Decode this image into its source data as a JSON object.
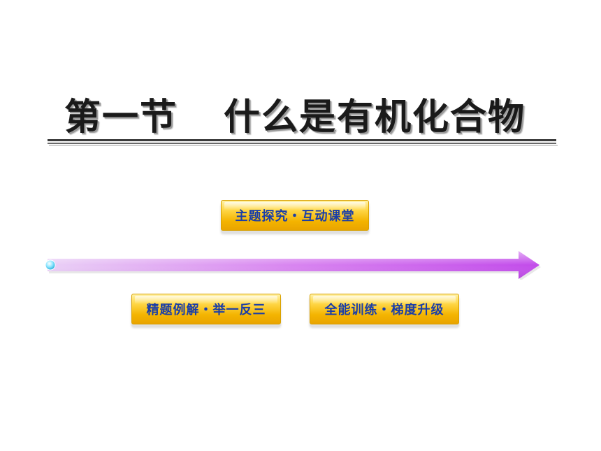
{
  "slide": {
    "title_part1": "第一节",
    "title_part2": "什么是有机化合物"
  },
  "buttons": {
    "main": "主题探究・互动课堂",
    "left": "精题例解・举一反三",
    "right": "全能训练・梯度升级"
  },
  "colors": {
    "arrow_start": "#e9c7f5",
    "arrow_end": "#c24bea",
    "button_fill": "#f4b400",
    "button_text": "#1a3ea8"
  }
}
